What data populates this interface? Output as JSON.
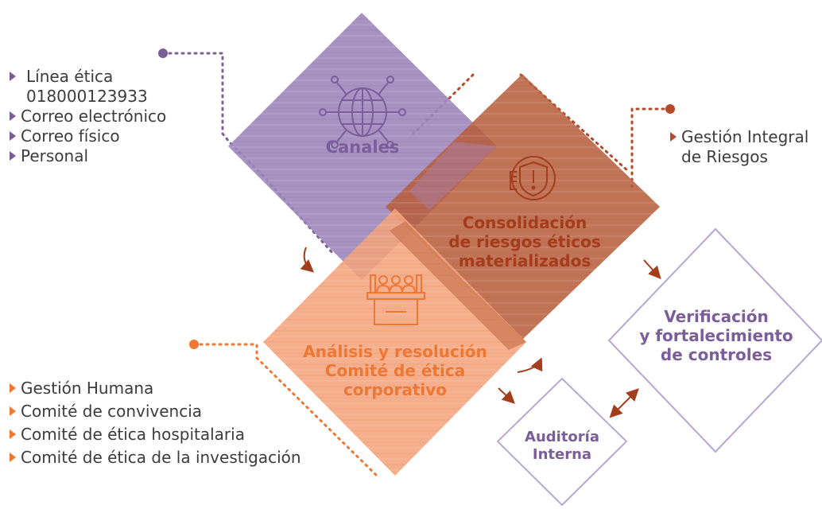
{
  "nodes": {
    "canales": {
      "label": "Canales"
    },
    "consolidacion": {
      "lines": [
        "Consolidación",
        "de riesgos éticos",
        "materializados"
      ]
    },
    "analisis": {
      "lines": [
        "Análisis y resolución",
        "Comité de ética",
        "corporativo"
      ]
    },
    "verificacion": {
      "lines": [
        "Verificación",
        "y  fortalecimiento",
        "de controles"
      ]
    },
    "auditoria": {
      "lines": [
        "Auditoría",
        "Interna"
      ]
    }
  },
  "lists": {
    "canales_items": [
      "Línea ética",
      "018000123933",
      "Correo electrónico",
      "Correo físico",
      "Personal"
    ],
    "riesgos_items": [
      "Gestión Integral",
      "de Riesgos"
    ],
    "comites_items": [
      "Gestión Humana",
      "Comité de convivencia",
      "Comité de ética hospitalaria",
      "Comité de ética de la investigación"
    ]
  },
  "colors": {
    "purple": "#9d86bb",
    "purple_text": "#7b5e99",
    "brown": "#b8603f",
    "brown_text": "#a33d1c",
    "orange": "#f4a47c",
    "orange_text": "#ee7733",
    "outline_purple": "#b9a6d4"
  },
  "icons": [
    "globe-network-icon",
    "shield-alert-hand-icon",
    "committee-podium-icon"
  ]
}
